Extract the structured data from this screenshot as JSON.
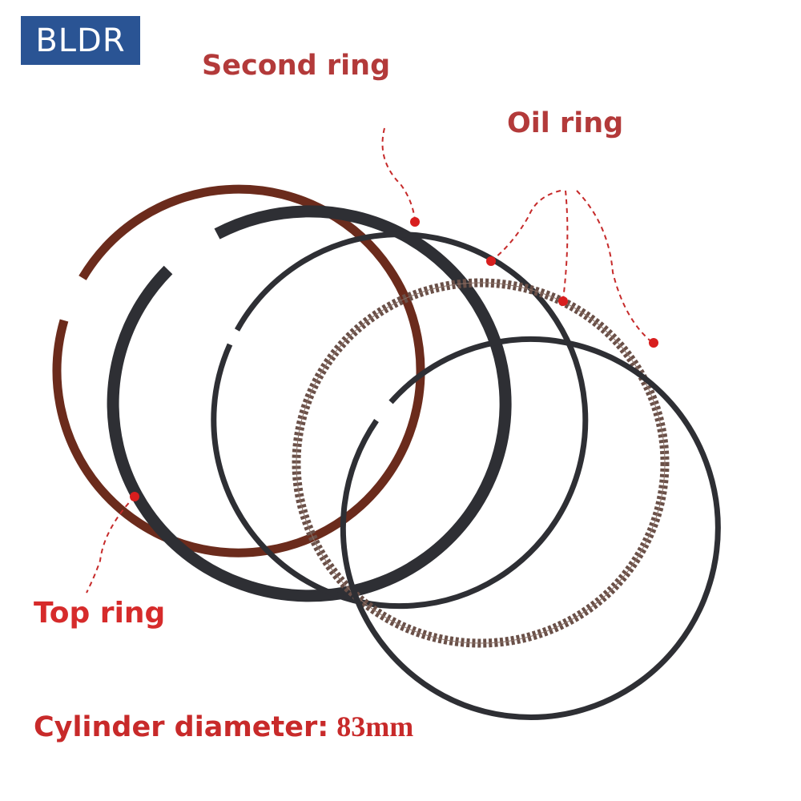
{
  "logo": {
    "text": "BLDR",
    "background": "#2a5494"
  },
  "labels": {
    "second_ring": "Second ring",
    "oil_ring": "Oil ring",
    "top_ring": "Top ring"
  },
  "footer": {
    "label": "Cylinder diameter:",
    "value": "83mm"
  },
  "colors": {
    "label_red": "#c62a2a",
    "top_ring": "#6b2b1c",
    "steel_ring": "#2e2f34",
    "oil_expander": "#6a5048",
    "marker": "#d81e1e"
  }
}
